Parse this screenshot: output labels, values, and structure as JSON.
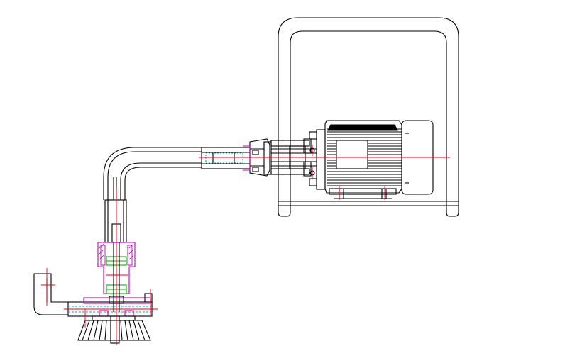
{
  "drawing": {
    "colors": {
      "outline": "#000000",
      "centerline": "#e8001c",
      "section_hatch": "#c000c0",
      "cyan_hatch": "#00a8c8",
      "green_part": "#00b000",
      "background": "#ffffff"
    },
    "components": [
      "frame",
      "motor",
      "coupling-housing",
      "bent-drive-tube",
      "vertical-column",
      "bearing-housing",
      "aerator-head",
      "impeller",
      "air-inlet-pipe"
    ]
  }
}
